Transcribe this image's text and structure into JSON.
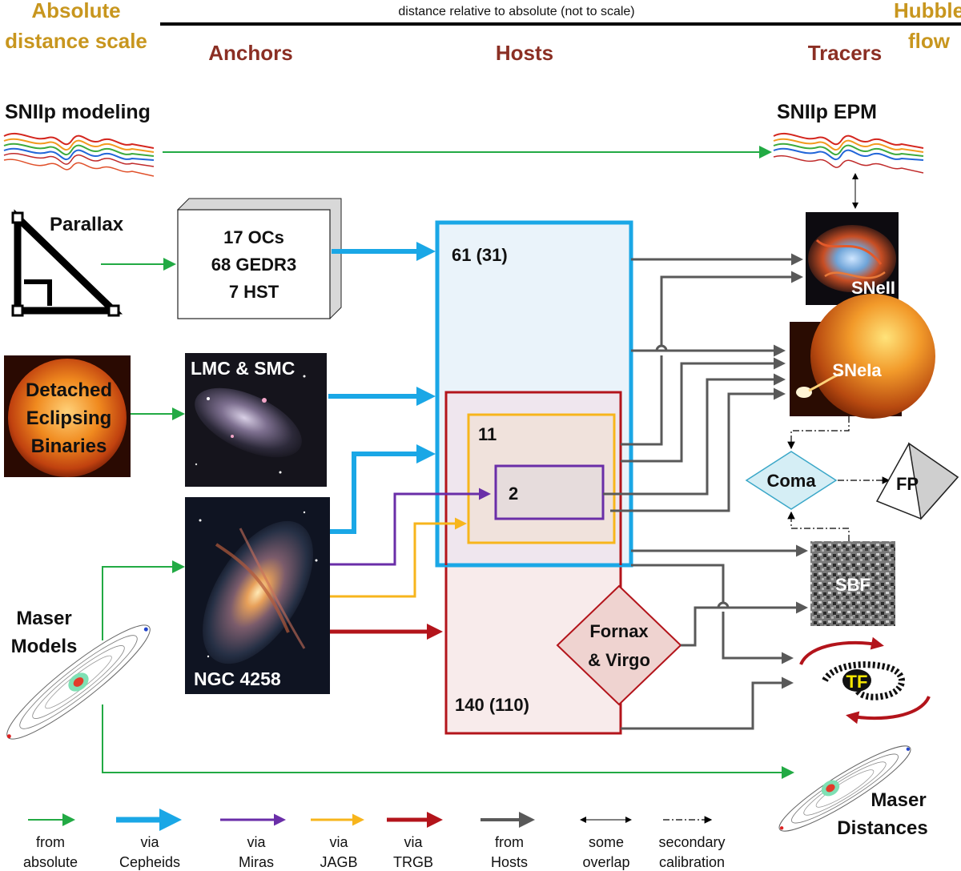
{
  "header": {
    "left_title_line1": "Absolute",
    "left_title_line2": "distance scale",
    "right_title_line1": "Hubble",
    "right_title_line2": "flow",
    "axis_caption": "distance relative to absolute (not to scale)",
    "col_anchors": "Anchors",
    "col_hosts": "Hosts",
    "col_tracers": "Tracers"
  },
  "nodes": {
    "snii_modeling": "SNIIp modeling",
    "snii_epm": "SNIIp EPM",
    "parallax": "Parallax",
    "parallax_box": [
      "17 OCs",
      "68 GEDR3",
      "7 HST"
    ],
    "deb": [
      "Detached",
      "Eclipsing",
      "Binaries"
    ],
    "lmc_smc": "LMC & SMC",
    "ngc4258": "NGC 4258",
    "maser_models": [
      "Maser",
      "Models"
    ],
    "maser_distances": [
      "Maser",
      "Distances"
    ],
    "cepheid_hosts": "61 (31)",
    "trgb_hosts": "140 (110)",
    "jagb_hosts": "11",
    "mira_hosts": "2",
    "fornax_virgo": [
      "Fornax",
      "& Virgo"
    ],
    "coma": "Coma",
    "fp": "FP",
    "snii": "SNeII",
    "snia": "SNeIa",
    "sbf": "SBF",
    "tf": "TF"
  },
  "legend": [
    {
      "line1": "from",
      "line2": "absolute",
      "style": "green"
    },
    {
      "line1": "via",
      "line2": "Cepheids",
      "style": "cyan"
    },
    {
      "line1": "via",
      "line2": "Miras",
      "style": "purple"
    },
    {
      "line1": "via",
      "line2": "JAGB",
      "style": "yellow"
    },
    {
      "line1": "via",
      "line2": "TRGB",
      "style": "red"
    },
    {
      "line1": "from",
      "line2": "Hosts",
      "style": "gray"
    },
    {
      "line1": "some",
      "line2": "overlap",
      "style": "thin"
    },
    {
      "line1": "secondary",
      "line2": "calibration",
      "style": "dashdot"
    }
  ],
  "colors": {
    "green": "#22aa44",
    "cyan": "#1aa7e6",
    "purple": "#6a2ea8",
    "yellow": "#f7b51c",
    "red": "#b3141b",
    "gray": "#595959",
    "gold": "#c8961e",
    "darkred": "#8b2f24"
  }
}
